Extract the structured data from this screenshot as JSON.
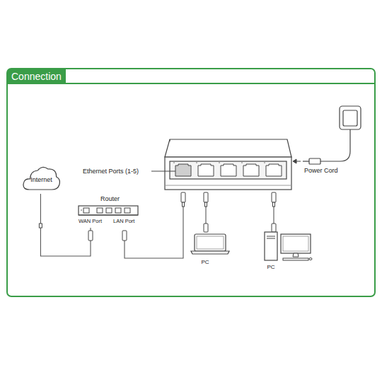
{
  "diagram": {
    "title": "Connection",
    "nodes": [
      {
        "text": [
          "Internet"
        ]
      },
      {
        "text": [
          "Router",
          "WAN Port",
          "LAN Port"
        ]
      },
      {
        "text": [
          "PC"
        ]
      },
      {
        "text": [
          "PC"
        ]
      }
    ],
    "edges": [
      {
        "from": 0,
        "to": 1,
        "arrow": "none"
      }
    ],
    "labels": [
      "Ethernet Ports (1-5)",
      "Power Cord"
    ]
  }
}
